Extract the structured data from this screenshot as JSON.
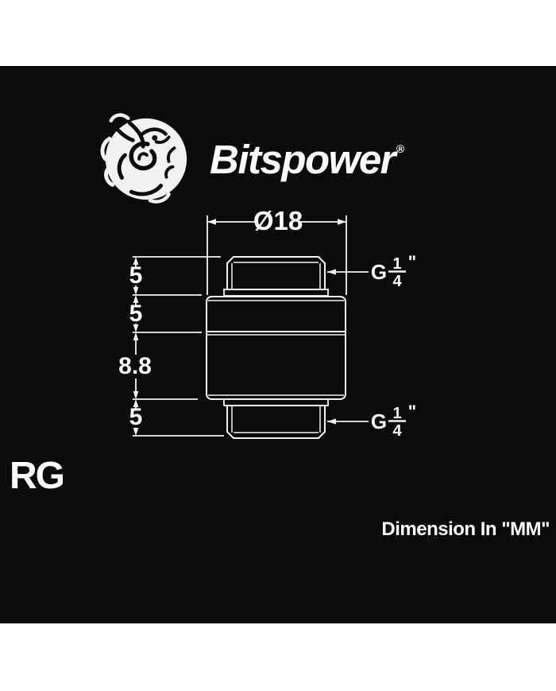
{
  "colors": {
    "page_bg": "#ffffff",
    "panel_bg": "#0b0b0d",
    "line": "#f2f2f2",
    "text": "#ffffff"
  },
  "brand": {
    "name": "Bitspower",
    "registered_mark": "®",
    "logo_icon": "bitspower-dragon-logo-icon"
  },
  "drawing": {
    "diameter_label": "Ø18",
    "side_dimensions": [
      {
        "label": "5"
      },
      {
        "label": "5"
      },
      {
        "label": "8.8"
      },
      {
        "label": "5"
      }
    ],
    "thread_top": {
      "prefix": "G",
      "numerator": "1",
      "denominator": "4",
      "suffix": "\""
    },
    "thread_bottom": {
      "prefix": "G",
      "numerator": "1",
      "denominator": "4",
      "suffix": "\""
    }
  },
  "product": {
    "code": "RG"
  },
  "footer": {
    "units_note": "Dimension In \"MM\""
  }
}
